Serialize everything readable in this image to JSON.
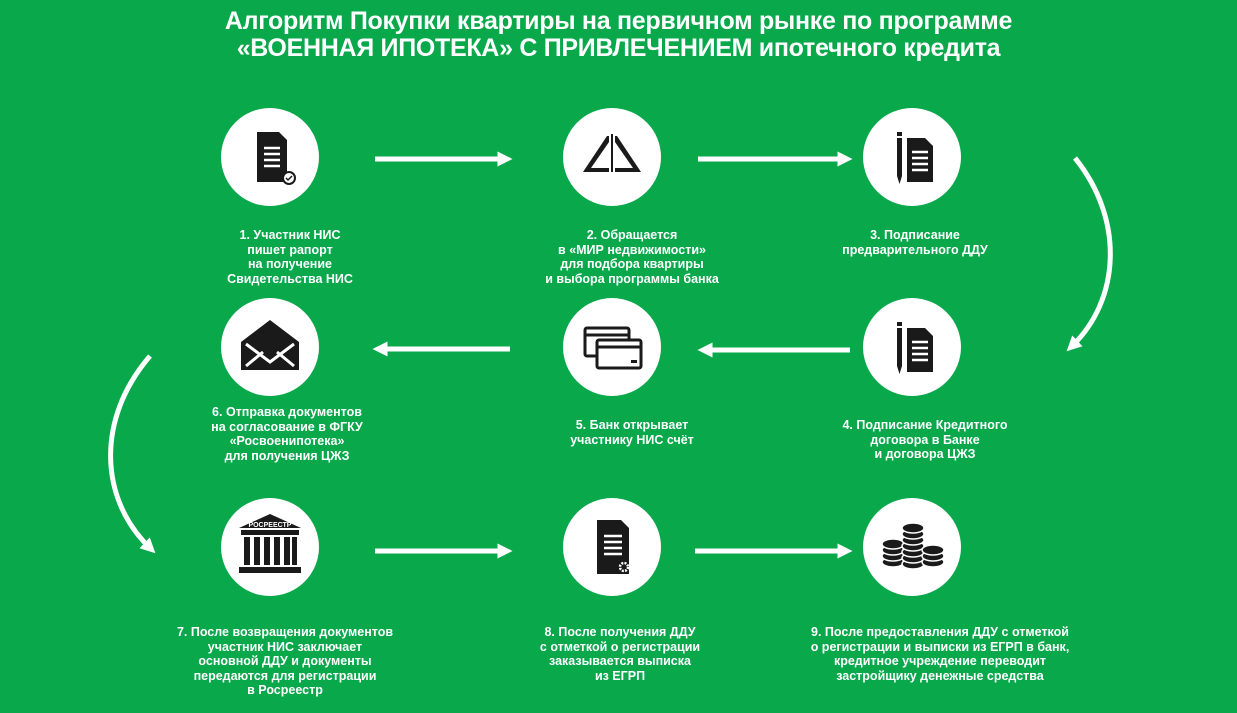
{
  "title": {
    "line1": "Алгоритм Покупки квартиры на первичном рынке по программе",
    "line2": "«ВОЕННАЯ ИПОТЕКА» С ПРИВЛЕЧЕНИЕМ ипотечного кредита"
  },
  "colors": {
    "background": "#08a84b",
    "icon": "#1a1a1a",
    "circle": "#ffffff"
  },
  "steps": [
    {
      "icon": "document-check-icon",
      "lines": [
        "1.  Участник НИС",
        "пишет рапорт",
        "на получение",
        "Свидетельства НИС"
      ]
    },
    {
      "icon": "road-icon",
      "lines": [
        "2.  Обращается",
        "в «МИР недвижимости»",
        "для подбора квартиры",
        "и выбора программы банка"
      ]
    },
    {
      "icon": "contract-pen-icon",
      "lines": [
        "3.  Подписание",
        "предварительного ДДУ"
      ]
    },
    {
      "icon": "contract-pen-icon",
      "lines": [
        "4. Подписание Кредитного",
        "договора в Банке",
        "и договора ЦЖЗ"
      ]
    },
    {
      "icon": "bank-cards-icon",
      "lines": [
        "5.  Банк открывает",
        "участнику НИС счёт"
      ]
    },
    {
      "icon": "envelope-icon",
      "lines": [
        "6.  Отправка документов",
        "на согласование в ФГКУ",
        "«Росвоенипотека»",
        "для получения ЦЖЗ"
      ]
    },
    {
      "icon": "rosreestr-building-icon",
      "icon_label": "РОСРЕЕСТР",
      "lines": [
        "7.  После возвращения документов",
        "участник НИС заключает",
        "основной ДДУ и документы",
        "передаются для регистрации",
        "в Росреестр"
      ]
    },
    {
      "icon": "document-gear-icon",
      "lines": [
        "8.  После получения ДДУ",
        "с отметкой о регистрации",
        "заказывается выписка",
        "из ЕГРП"
      ]
    },
    {
      "icon": "coins-icon",
      "lines": [
        "9.  После предоставления ДДУ с отметкой",
        "о регистрации и выписки из ЕГРП в банк,",
        "кредитное учреждение переводит",
        "застройщику денежные средства"
      ]
    }
  ]
}
